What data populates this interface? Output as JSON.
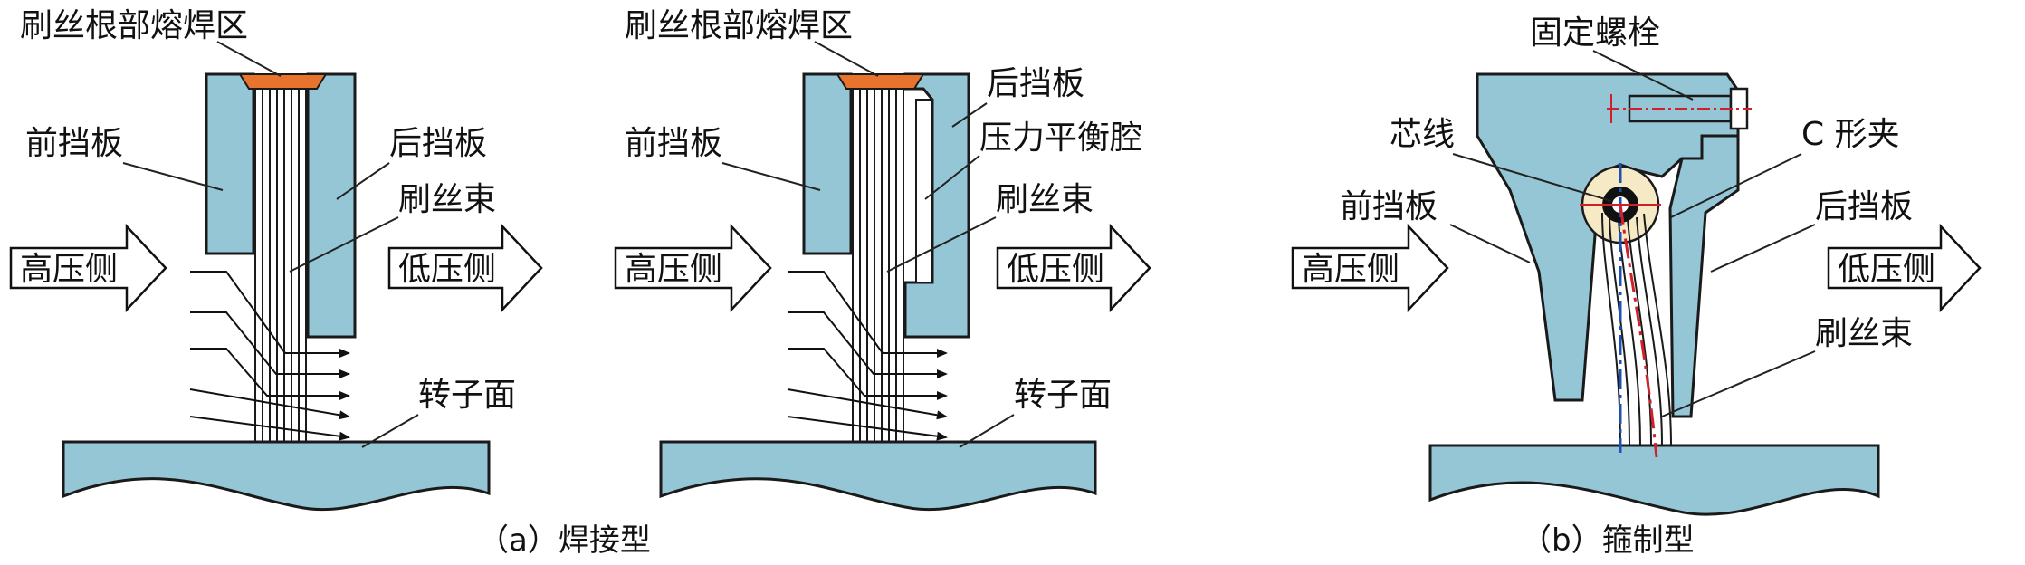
{
  "colors": {
    "plate": "#95c6d6",
    "weld": "#e8732c",
    "ring": "#f6e9c6",
    "centerline_blue": "#1f4fb5",
    "centerline_red": "#d0202a"
  },
  "panel_a1": {
    "weld_label": "刷丝根部熔焊区",
    "front_label": "前挡板",
    "back_label": "后挡板",
    "bristle_label": "刷丝束",
    "high_label": "高压侧",
    "low_label": "低压侧",
    "rotor_label": "转子面"
  },
  "panel_a2": {
    "weld_label": "刷丝根部熔焊区",
    "front_label": "前挡板",
    "back_label": "后挡板",
    "cavity_label": "压力平衡腔",
    "bristle_label": "刷丝束",
    "high_label": "高压侧",
    "low_label": "低压侧",
    "rotor_label": "转子面"
  },
  "panel_b": {
    "bolt_label": "固定螺栓",
    "core_label": "芯线",
    "clamp_label": "C 形夹",
    "front_label": "前挡板",
    "back_label": "后挡板",
    "high_label": "高压侧",
    "low_label": "低压侧",
    "bristle_label": "刷丝束"
  },
  "captions": {
    "a": "（a）焊接型",
    "b": "（b）箍制型"
  }
}
